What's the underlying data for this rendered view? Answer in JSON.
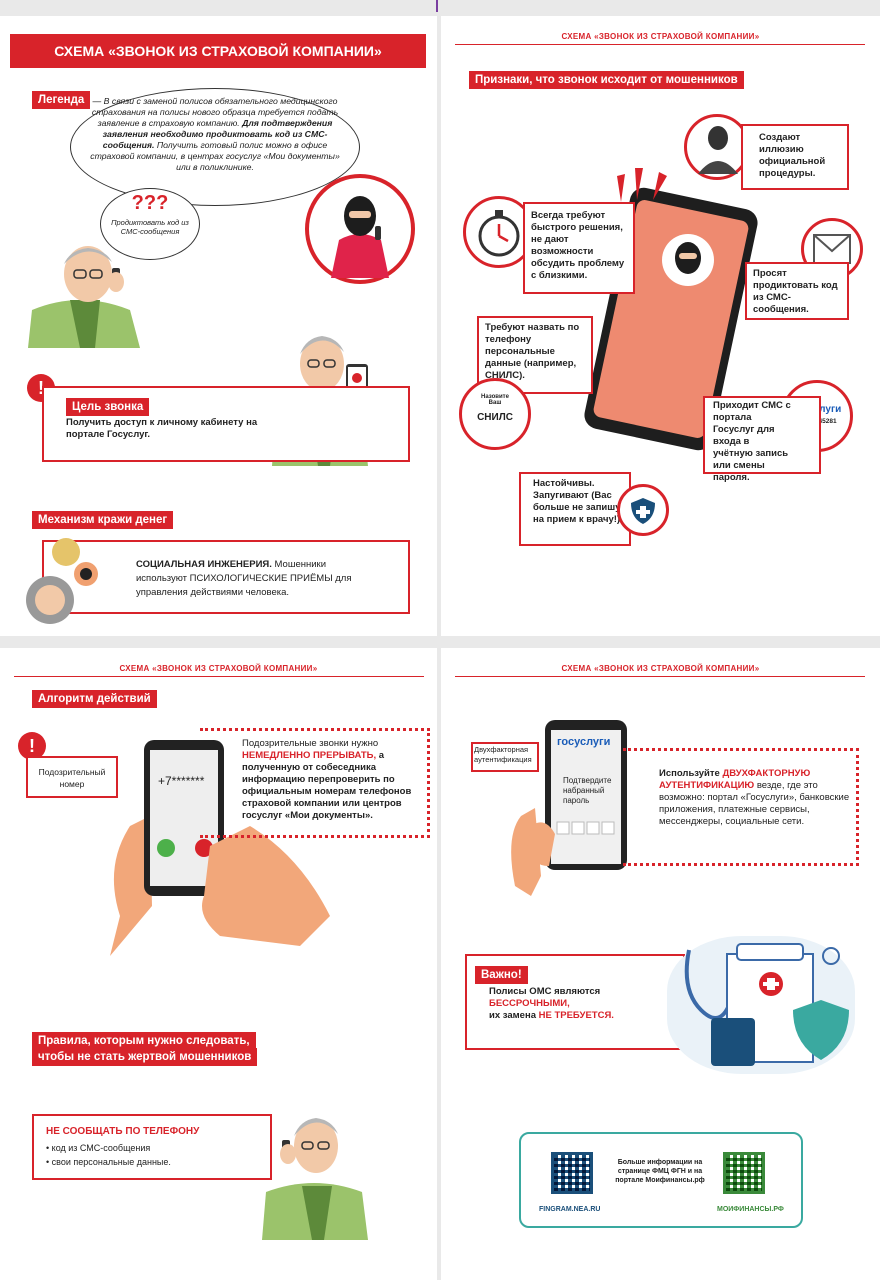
{
  "p1": {
    "title": "СХЕМА «ЗВОНОК ИЗ СТРАХОВОЙ КОМПАНИИ»",
    "legend_tag": "Легенда",
    "speech_1": "— В связи с заменой полисов обязательного медицинского страхования на полисы нового образца требуется подать заявление в страховую компанию.",
    "speech_2": "Для подтверждения заявления необходимо продиктовать код из СМС-сообщения.",
    "speech_3": "Получить готовый полис можно в офисе страховой компании, в центрах госуслуг «Мои документы» или в поликлинике.",
    "qmarks": "???",
    "think_text": "Продиктовать код из СМС-сообщения",
    "goal_tag": "Цель звонка",
    "goal_text": "Получить доступ к личному кабинету на портале Госуслуг.",
    "mech_tag": "Механизм кражи денег",
    "mech_bold": "СОЦИАЛЬНАЯ ИНЖЕНЕРИЯ.",
    "mech_text": "Мошенники используют ПСИХОЛОГИЧЕСКИЕ ПРИЁМЫ для управления действиями человека."
  },
  "p2": {
    "header": "СХЕМА «ЗВОНОК ИЗ СТРАХОВОЙ КОМПАНИИ»",
    "tag": "Признаки, что звонок исходит от мошенников",
    "sign_1": "Создают иллюзию официальной процедуры.",
    "sign_2": "Всегда требуют быстрого решения, не дают возможности обсудить проблему с близкими.",
    "sign_3": "Просят продиктовать код из СМС-сообщения.",
    "sign_4": "Требуют назвать по телефону персональные данные (например, СНИЛС).",
    "snils_small": "Назовите Ваш",
    "snils_big": "СНИЛС",
    "sign_5": "Приходит СМС с портала Госуслуг для входа в учётную запись или смены пароля.",
    "gos_logo": "госуслуги",
    "gos_code": "КОД: 745281",
    "sign_6": "Настойчивы. Запугивают (Вас больше не запишут на прием к врачу!)."
  },
  "p3": {
    "header": "СХЕМА «ЗВОНОК ИЗ СТРАХОВОЙ КОМПАНИИ»",
    "alg_tag": "Алгоритм действий",
    "susp_label": "Подозрительный номер",
    "phone_number": "+7*******",
    "alg_1": "Подозрительные звонки нужно",
    "alg_2": "НЕМЕДЛЕННО ПРЕРЫВАТЬ,",
    "alg_3": "а полученную от собеседника информацию перепроверить по официальным номерам телефонов страховой компании или центров госуслуг «Мои документы».",
    "rules_tag_1": "Правила, которым нужно следовать,",
    "rules_tag_2": "чтобы не стать жертвой мошенников",
    "rule_title": "НЕ СООБЩАТЬ ПО ТЕЛЕФОНУ",
    "rule_1": "• код из СМС-сообщения",
    "rule_2": "• свои персональные данные."
  },
  "p4": {
    "header": "СХЕМА «ЗВОНОК ИЗ СТРАХОВОЙ КОМПАНИИ»",
    "twofa_label": "Двухфакторная аутентификация",
    "gos_logo": "госуслуги",
    "confirm": "Подтвердите набранный пароль",
    "use_1": "Используйте",
    "use_2": "ДВУХФАКТОРНУЮ АУТЕНТИФИКАЦИЮ",
    "use_3": "везде, где это возможно: портал «Госуслуги», банковские приложения, платежные сервисы, мессенджеры, социальные сети.",
    "important_tag": "Важно!",
    "imp_1": "Полисы ОМС являются",
    "imp_2": "БЕССРОЧНЫМИ,",
    "imp_3": "их замена",
    "imp_4": "НЕ ТРЕБУЕТСЯ.",
    "footer_text": "Больше информации на странице ФМЦ ФГН и на портале Моифинансы.рф",
    "footer_left": "FINGRAM.NEA.RU",
    "footer_right": "МОИФИНАНСЫ.РФ"
  },
  "colors": {
    "accent": "#d8232a",
    "coral": "#ee8a70",
    "green": "#6a9b3a",
    "teal": "#3aa9a0"
  }
}
